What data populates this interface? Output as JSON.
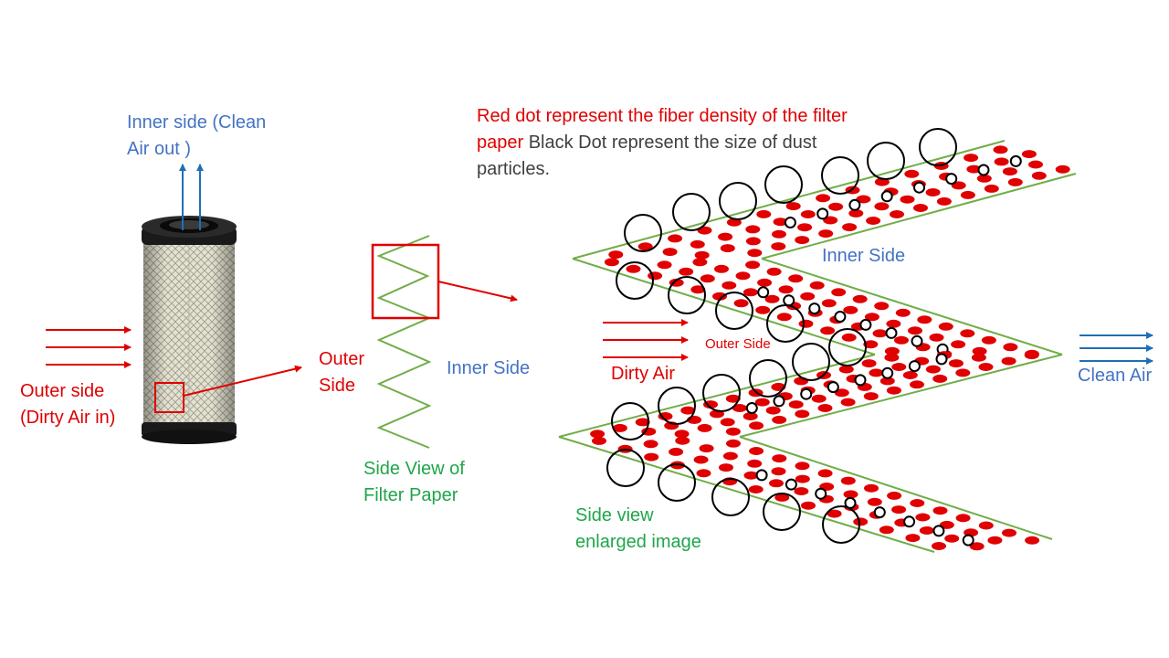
{
  "colors": {
    "red": "#e00000",
    "blue": "#4472c4",
    "arrow_blue": "#1f6fb5",
    "green": "#70ad47",
    "text_green": "#1fa64a",
    "black": "#000000"
  },
  "labels": {
    "inner_side_clean_air_out": "Inner side (Clean\nAir out )",
    "outer_side_dirty_air_in": "Outer side\n(Dirty Air in)",
    "outer_side": "Outer\nSide",
    "inner_side_small": "Inner Side",
    "side_view_filter_paper": "Side View of\nFilter Paper",
    "legend_red": "Red dot represent the fiber density of the filter paper",
    "legend_black": "Black Dot represent the size of dust particles.",
    "inner_side_enlarged": "Inner Side",
    "outer_side_enlarged": "Outer Side",
    "dirty_air": "Dirty Air",
    "clean_air": "Clean Air",
    "side_view_enlarged": "Side view\nenlarged image"
  },
  "icons": {
    "filter": "air-filter-cartridge-icon",
    "airflow": "arrow-icon"
  }
}
